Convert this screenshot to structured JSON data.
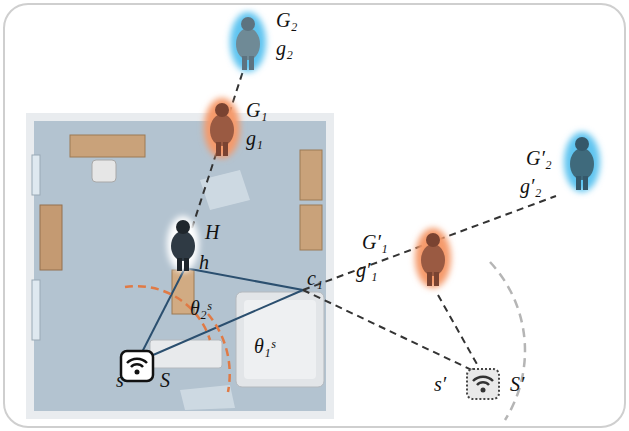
{
  "diagram": {
    "labels": [
      "G₂",
      "g₂",
      "G₁",
      "g₁",
      "H",
      "h",
      "c₁",
      "θ₂ˢ",
      "θ₁ˢ",
      "s",
      "S",
      "G′₁",
      "g′₁",
      "G′₂",
      "g′₂",
      "s′",
      "S′"
    ]
  }
}
